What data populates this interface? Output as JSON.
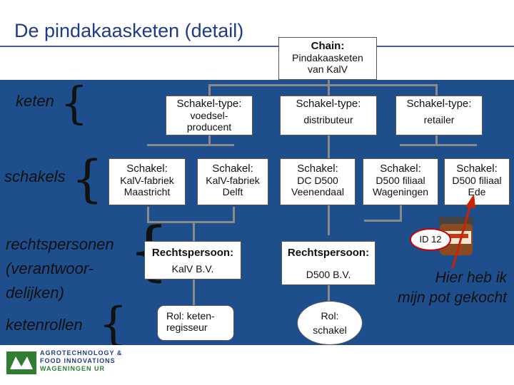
{
  "title": "De pindakaasketen (detail)",
  "chain": {
    "label": "Chain:",
    "line1": "Pindakaasketen",
    "line2": "van KalV"
  },
  "rows": {
    "keten": "keten",
    "schakels": "schakels",
    "rechtspersonen": [
      "rechtspersonen",
      "(verantwoor-",
      "delijken)"
    ],
    "ketenrollen": "ketenrollen"
  },
  "types": [
    {
      "label": "Schakel-type:",
      "value_lines": [
        "voedsel-",
        "producent"
      ]
    },
    {
      "label": "Schakel-type:",
      "value_lines": [
        "distributeur"
      ]
    },
    {
      "label": "Schakel-type:",
      "value_lines": [
        "retailer"
      ]
    }
  ],
  "schakels": [
    {
      "label": "Schakel:",
      "lines": [
        "KalV-fabriek",
        "Maastricht"
      ]
    },
    {
      "label": "Schakel:",
      "lines": [
        "KalV-fabriek",
        "Delft"
      ]
    },
    {
      "label": "Schakel:",
      "lines": [
        "DC D500",
        "Veenendaal"
      ]
    },
    {
      "label": "Schakel:",
      "lines": [
        "D500 filiaal",
        "Wageningen"
      ]
    },
    {
      "label": "Schakel:",
      "lines": [
        "D500 filiaal",
        "Ede"
      ]
    }
  ],
  "legal": [
    {
      "label": "Rechtspersoon:",
      "value": "KalV B.V."
    },
    {
      "label": "Rechtspersoon:",
      "value": "D500 B.V."
    }
  ],
  "roles": [
    {
      "lines": [
        "Rol: keten-",
        "regisseur"
      ]
    },
    {
      "lines": [
        "Rol:",
        "schakel"
      ]
    }
  ],
  "product_id": "ID 12",
  "note": [
    "Hier heb ik",
    "mijn pot gekocht"
  ],
  "logo": {
    "line1": "AGROTECHNOLOGY &",
    "line2": "FOOD INNOVATIONS",
    "line3": "WAGENINGEN UR"
  },
  "colors": {
    "band": "#1f4e8c",
    "title": "#1f3a8a",
    "arrow": "#cc2200"
  }
}
